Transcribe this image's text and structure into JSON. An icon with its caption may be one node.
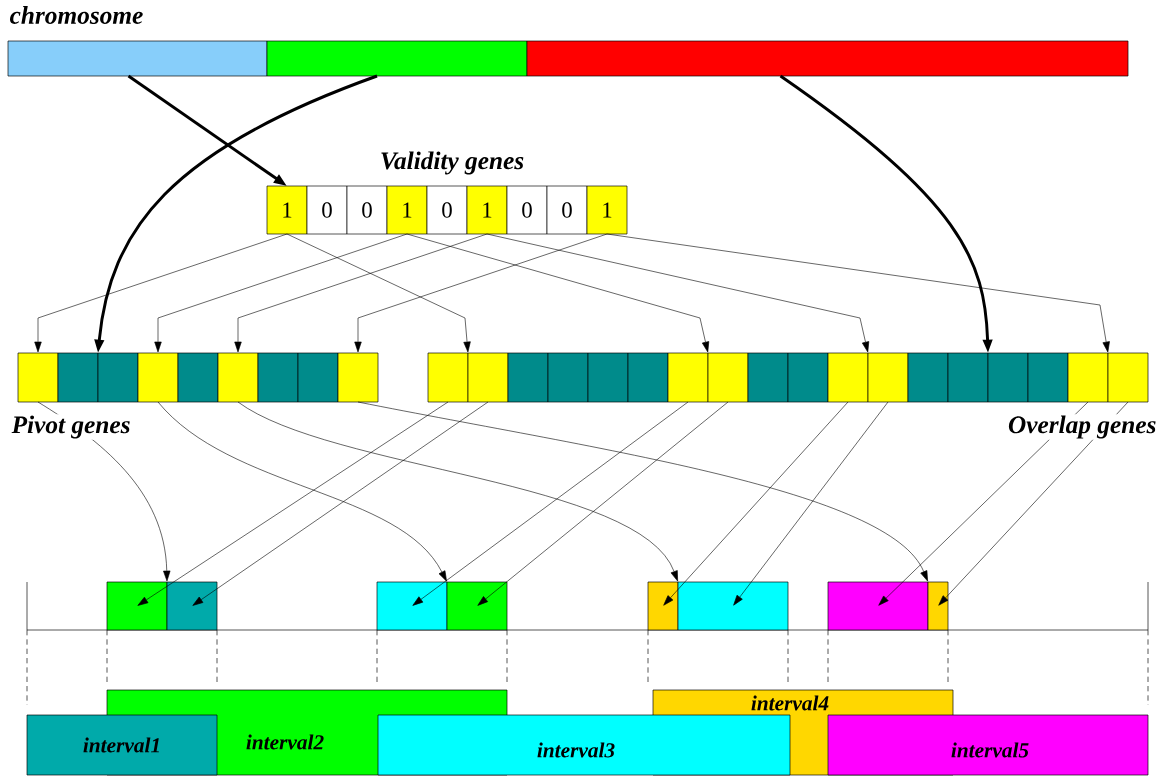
{
  "diagram": {
    "nodes": [
      {
        "text": [],
        "shape": "box"
      },
      {
        "text": [],
        "shape": "box"
      },
      {
        "text": [],
        "shape": "box"
      },
      {
        "text": [
          "1"
        ]
      },
      {
        "text": [
          "0"
        ]
      },
      {
        "text": [
          "0"
        ]
      },
      {
        "text": [
          "1"
        ]
      },
      {
        "text": [
          "0"
        ]
      },
      {
        "text": [
          "1"
        ]
      },
      {
        "text": [
          "0"
        ]
      },
      {
        "text": [
          "0"
        ]
      },
      {
        "text": [
          "1"
        ]
      },
      {
        "text": [],
        "shape": "box"
      },
      {
        "text": [],
        "shape": "box"
      },
      {
        "text": [],
        "shape": "box"
      },
      {
        "text": [],
        "shape": "box"
      },
      {
        "text": [],
        "shape": "box"
      },
      {
        "text": [],
        "shape": "box"
      },
      {
        "text": [],
        "shape": "box"
      },
      {
        "text": [],
        "shape": "box"
      },
      {
        "text": [],
        "shape": "box"
      },
      {
        "text": [],
        "shape": "box"
      },
      {
        "text": [],
        "shape": "box"
      },
      {
        "text": [],
        "shape": "box"
      },
      {
        "text": [],
        "shape": "box"
      },
      {
        "text": [],
        "shape": "box"
      },
      {
        "text": [],
        "shape": "box"
      },
      {
        "text": [],
        "shape": "box"
      },
      {
        "text": [],
        "shape": "box"
      },
      {
        "text": [],
        "shape": "box"
      },
      {
        "text": [],
        "shape": "box"
      },
      {
        "text": [],
        "shape": "box"
      },
      {
        "text": [],
        "shape": "box"
      },
      {
        "text": [],
        "shape": "box"
      },
      {
        "text": [],
        "shape": "box"
      },
      {
        "text": [],
        "shape": "box"
      },
      {
        "text": [],
        "shape": "box"
      },
      {
        "text": [],
        "shape": "box"
      },
      {
        "text": [],
        "shape": "box"
      },
      {
        "text": [],
        "shape": "box"
      },
      {
        "text": [],
        "shape": "box"
      },
      {
        "text": [],
        "shape": "box"
      },
      {
        "text": [],
        "shape": "box"
      },
      {
        "text": [],
        "shape": "box"
      },
      {
        "text": [],
        "shape": "box"
      },
      {
        "text": [],
        "shape": "box"
      },
      {
        "text": [],
        "shape": "box"
      },
      {
        "text": [
          "interval1"
        ]
      },
      {
        "text": [
          "interval2"
        ]
      },
      {
        "text": [
          "interval3"
        ]
      },
      {
        "text": [
          "interval4"
        ]
      },
      {
        "text": [
          "interval5"
        ]
      }
    ],
    "edges": [
      {
        "from": 0,
        "to": 3,
        "arrow": "to",
        "style": "thick"
      },
      {
        "from": 1,
        "to": 13,
        "arrow": "to",
        "style": "thick"
      },
      {
        "from": 2,
        "to": 34,
        "arrow": "to",
        "style": "thick"
      },
      {
        "from": 3,
        "to": 12,
        "arrow": "to"
      },
      {
        "from": 3,
        "to": 21,
        "arrow": "to"
      },
      {
        "from": 6,
        "to": 15,
        "arrow": "to"
      },
      {
        "from": 6,
        "to": 27,
        "arrow": "to"
      },
      {
        "from": 8,
        "to": 17,
        "arrow": "to"
      },
      {
        "from": 8,
        "to": 31,
        "arrow": "to"
      },
      {
        "from": 11,
        "to": 20,
        "arrow": "to"
      },
      {
        "from": 11,
        "to": 37,
        "arrow": "to"
      },
      {
        "from": 12,
        "to": 39,
        "arrow": "to"
      },
      {
        "from": 15,
        "to": 41,
        "arrow": "to"
      },
      {
        "from": 17,
        "to": 43,
        "arrow": "to"
      },
      {
        "from": 20,
        "to": 45,
        "arrow": "to"
      },
      {
        "from": 21,
        "to": 39,
        "arrow": "to"
      },
      {
        "from": 22,
        "to": 40,
        "arrow": "to"
      },
      {
        "from": 27,
        "to": 41,
        "arrow": "to"
      },
      {
        "from": 28,
        "to": 42,
        "arrow": "to"
      },
      {
        "from": 31,
        "to": 43,
        "arrow": "to"
      },
      {
        "from": 32,
        "to": 44,
        "arrow": "to"
      },
      {
        "from": 37,
        "to": 45,
        "arrow": "to"
      },
      {
        "from": 38,
        "to": 46,
        "arrow": "to"
      }
    ],
    "labels": [
      "chromosome",
      "Validity genes",
      "Pivot genes",
      "Overlap genes"
    ]
  }
}
